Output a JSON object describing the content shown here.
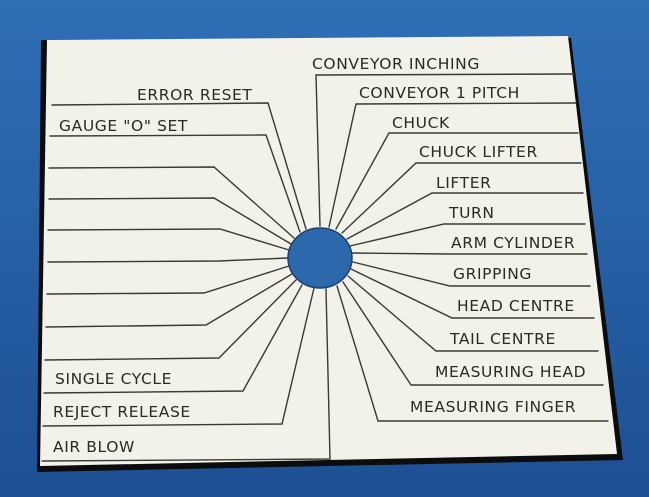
{
  "colors": {
    "background_top": "#2f6fb6",
    "background_bottom": "#1d4f93",
    "panel_face": "#f2f2ea",
    "panel_edge": "#0c0c0c",
    "engraving": "#3a3a34",
    "hole": "#2d67ac"
  },
  "panel": {
    "left_labels": [
      "ERROR RESET",
      "GAUGE \"O\" SET",
      "",
      "",
      "",
      "",
      "",
      "",
      "SINGLE CYCLE",
      "REJECT RELEASE",
      "AIR BLOW"
    ],
    "right_labels": [
      "CONVEYOR INCHING",
      "CONVEYOR 1 PITCH",
      "CHUCK",
      "CHUCK LIFTER",
      "LIFTER",
      "TURN",
      "ARM CYLINDER",
      "GRIPPING",
      "HEAD CENTRE",
      "TAIL CENTRE",
      "MEASURING HEAD",
      "MEASURING FINGER"
    ]
  }
}
